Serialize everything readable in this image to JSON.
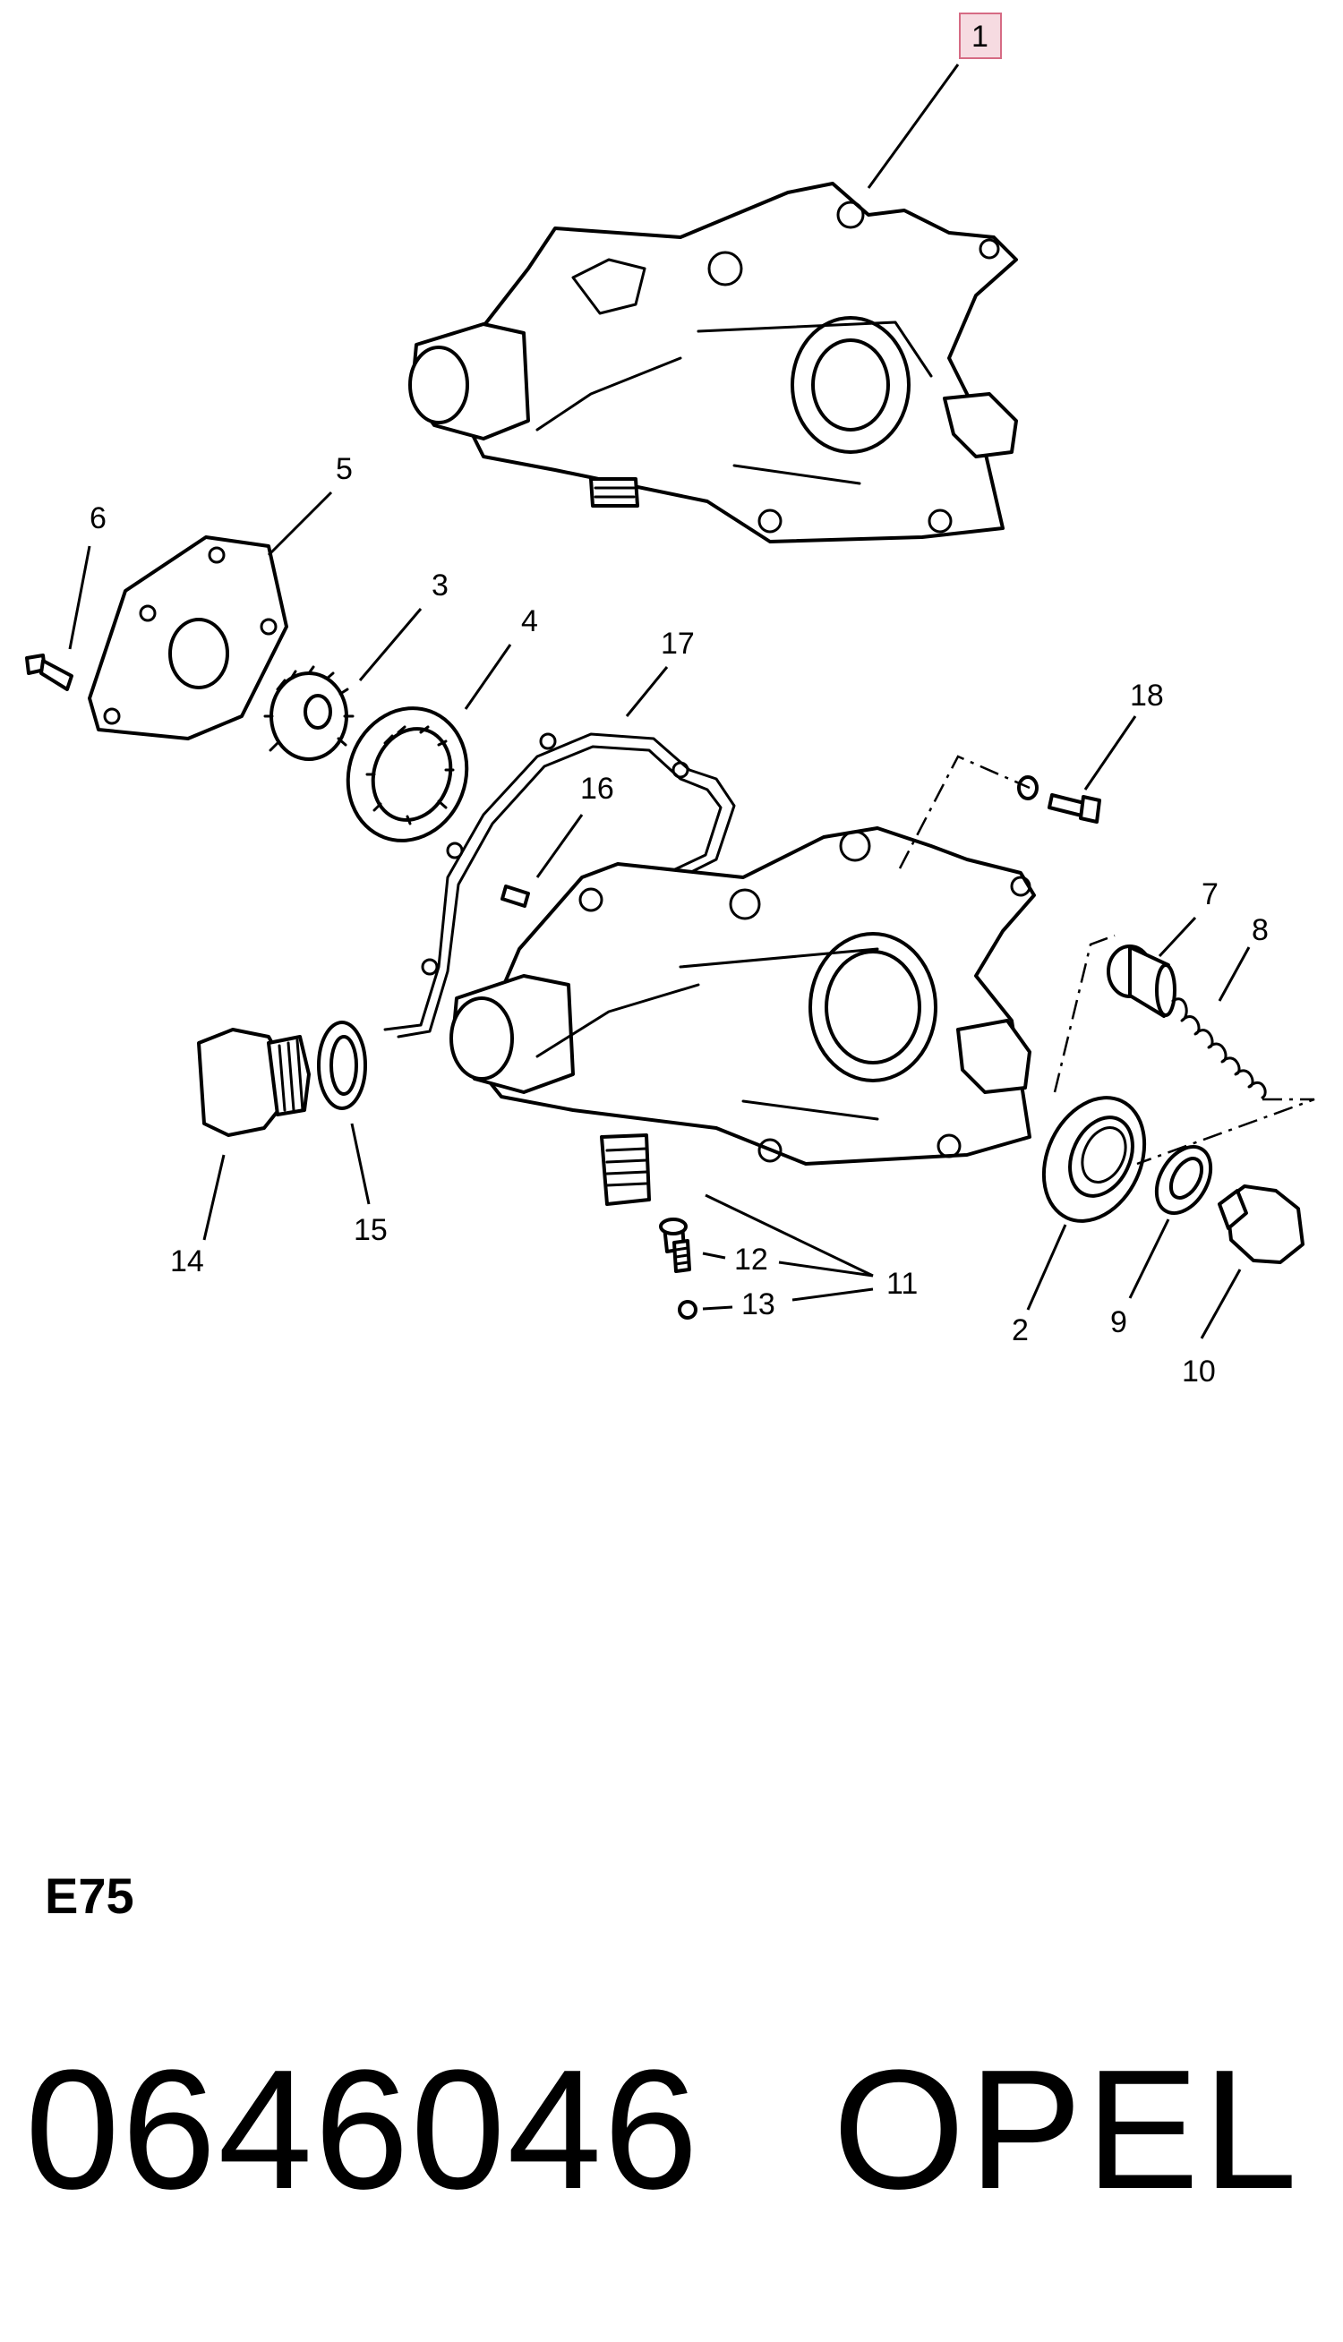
{
  "diagram": {
    "callouts": [
      {
        "id": "1",
        "highlighted": true
      },
      {
        "id": "2"
      },
      {
        "id": "3"
      },
      {
        "id": "4"
      },
      {
        "id": "5"
      },
      {
        "id": "6"
      },
      {
        "id": "7"
      },
      {
        "id": "8"
      },
      {
        "id": "9"
      },
      {
        "id": "10"
      },
      {
        "id": "11"
      },
      {
        "id": "12"
      },
      {
        "id": "13"
      },
      {
        "id": "14"
      },
      {
        "id": "15"
      },
      {
        "id": "16"
      },
      {
        "id": "17"
      },
      {
        "id": "18"
      }
    ]
  },
  "footer": {
    "section_code": "E75",
    "part_number": "0646046",
    "brand": "OPEL"
  },
  "colors": {
    "highlight_fill": "#f6dbe1",
    "highlight_stroke": "#d66b84",
    "ink": "#000000"
  }
}
